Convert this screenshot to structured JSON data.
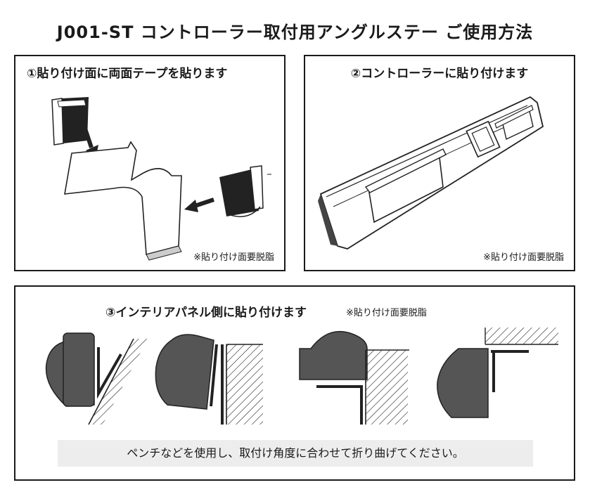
{
  "title": "J001-ST コントローラー取付用アングルステー ご使用方法",
  "step1": {
    "heading": "①貼り付け面に両面テープを貼ります",
    "note": "※貼り付け面要脱脂"
  },
  "step2": {
    "heading": "②コントローラーに貼り付けます",
    "note": "※貼り付け面要脱脂"
  },
  "step3": {
    "heading": "③インテリアパネル側に貼り付けます",
    "note": "※貼り付け面要脱脂",
    "instruction": "ペンチなどを使用し、取付け角度に合わせて折り曲げてください。"
  }
}
